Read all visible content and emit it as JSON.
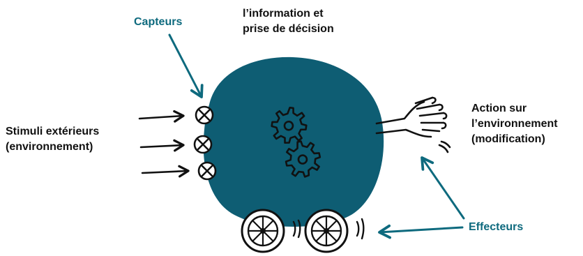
{
  "labels": {
    "decision": "l’information et\nprise de décision",
    "capteurs": "Capteurs",
    "stimuli": "Stimuli extérieurs\n(environnement)",
    "action": "Action sur\nl’environnement\n(modification)",
    "effecteurs": "Effecteurs"
  },
  "colors": {
    "body": "#0e5d73",
    "accent": "#0e6a7e",
    "ink": "#111111"
  },
  "icons": {
    "sensor": "circle-x-icon",
    "gear": "gear-icon",
    "hand": "hand-icon",
    "wheel": "wheel-icon"
  }
}
